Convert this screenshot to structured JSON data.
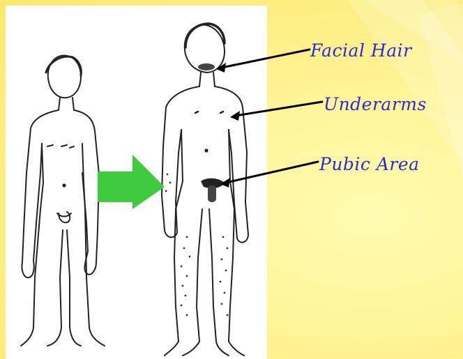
{
  "labels": {
    "facial_hair": "Facial Hair",
    "underarms": "Underarms",
    "pubic_area": "Pubic Area"
  },
  "colors": {
    "background": "#fff59a",
    "label_text": "#2a2ad8",
    "arrow_green": "#3dcb3d",
    "outline": "#222222"
  },
  "icons": [
    "right-arrow-icon"
  ]
}
